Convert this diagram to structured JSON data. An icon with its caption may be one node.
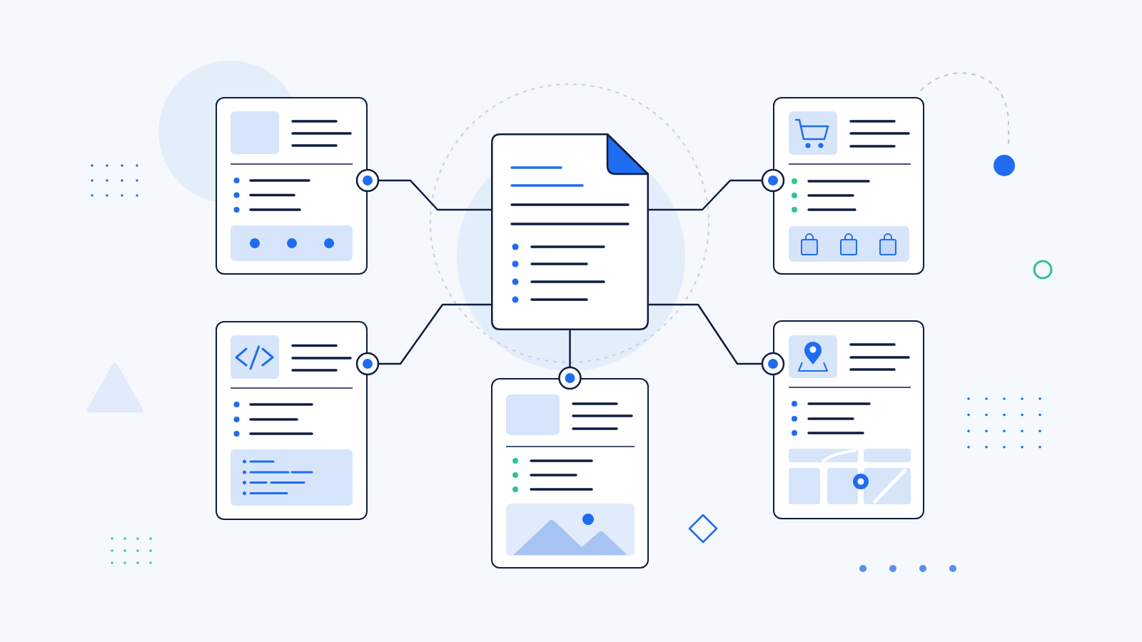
{
  "diagram": {
    "nodes": [
      {
        "text": [],
        "shape": "card"
      },
      {
        "text": [],
        "shape": "document"
      },
      {
        "text": [],
        "shape": "card"
      },
      {
        "text": [],
        "shape": "card"
      },
      {
        "text": [],
        "shape": "card"
      },
      {
        "text": [],
        "shape": "card"
      }
    ],
    "edges": [
      {
        "from": 1,
        "to": 0,
        "arrow": "other"
      },
      {
        "from": 1,
        "to": 2,
        "arrow": "other"
      },
      {
        "from": 1,
        "to": 3,
        "arrow": "other"
      },
      {
        "from": 1,
        "to": 4,
        "arrow": "other"
      },
      {
        "from": 1,
        "to": 5,
        "arrow": "other"
      }
    ]
  }
}
